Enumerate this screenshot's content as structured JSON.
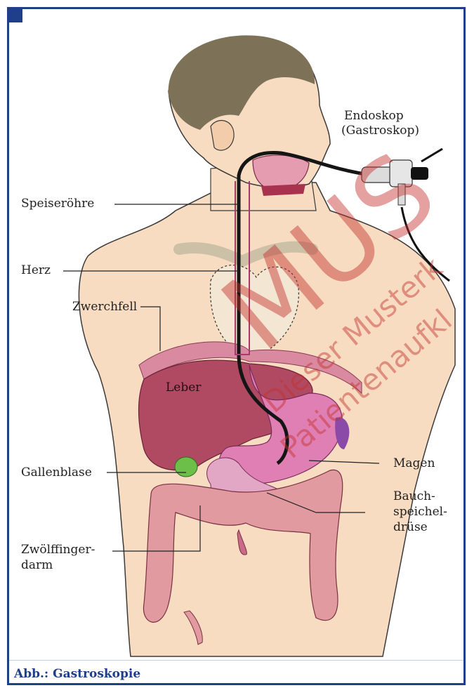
{
  "labels": {
    "endoskop": "Endoskop",
    "gastroskop": "(Gastroskop)",
    "speiseroehre": "Speiseröhre",
    "herz": "Herz",
    "zwerchfell": "Zwerchfell",
    "leber": "Leber",
    "gallenblase": "Gallenblase",
    "magen": "Magen",
    "bauch_1": "Bauch-",
    "bauch_2": "speichel-",
    "bauch_3": "drüse",
    "zwoelf_1": "Zwölffinger-",
    "zwoelf_2": "darm"
  },
  "caption": "Abb.: Gastroskopie",
  "watermark": {
    "big": "MUS",
    "line1": "Dieser Musterk",
    "line2": "Patientenaufkl"
  },
  "colors": {
    "frame": "#1f3f8a",
    "skin": "#f7dcc2",
    "hair": "#7d7257",
    "liver": "#b04a63",
    "stomach": "#e07fb3",
    "intestine": "#e09aa0",
    "gallbladder": "#6cc04a",
    "diaphragm": "#d98aa0",
    "watermark": "#c4302c"
  }
}
